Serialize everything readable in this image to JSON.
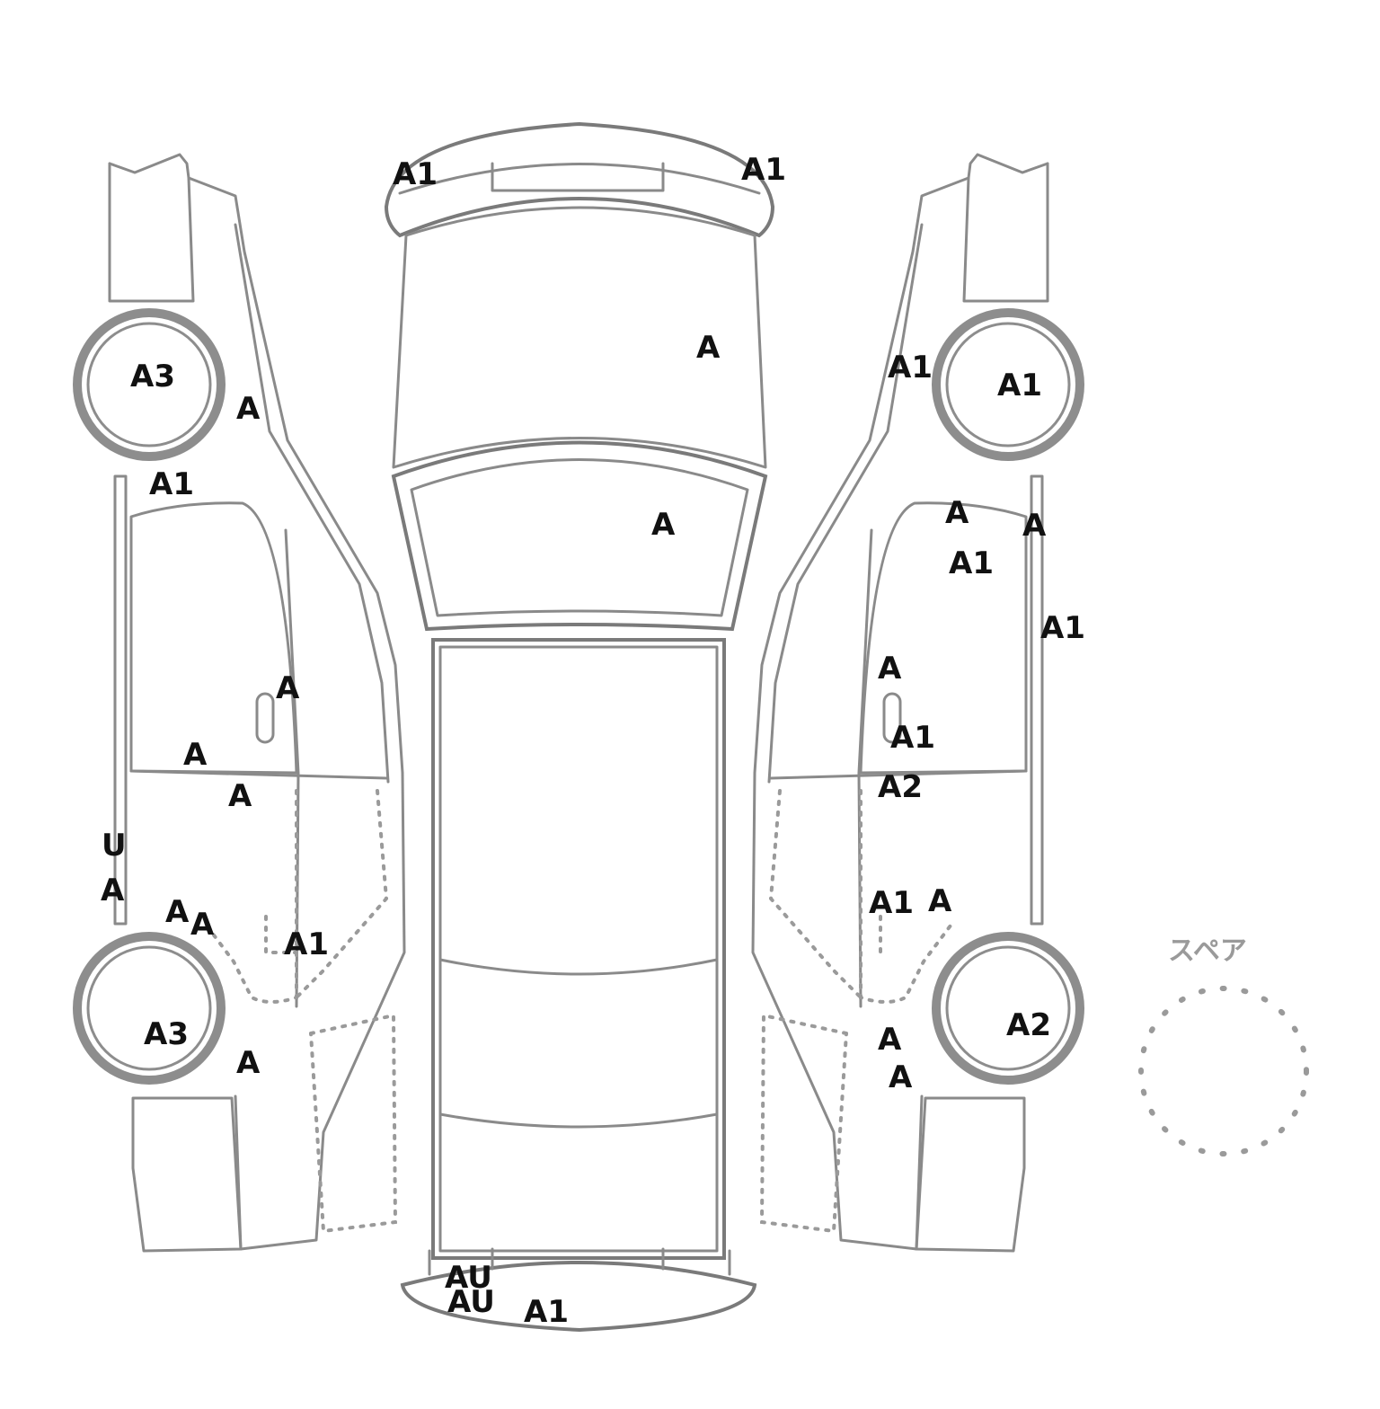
{
  "spare_label": "スペア",
  "marks": [
    {
      "id": "bumper-front-left",
      "code": "A1"
    },
    {
      "id": "bumper-front-right",
      "code": "A1"
    },
    {
      "id": "hood",
      "code": "A"
    },
    {
      "id": "windshield",
      "code": "A"
    },
    {
      "id": "left-front-wheel",
      "code": "A3"
    },
    {
      "id": "left-front-fender",
      "code": "A"
    },
    {
      "id": "left-pillar",
      "code": "A1"
    },
    {
      "id": "left-front-door-handle",
      "code": "A"
    },
    {
      "id": "left-front-door-lower-1",
      "code": "A"
    },
    {
      "id": "left-front-door-lower-2",
      "code": "A"
    },
    {
      "id": "left-sill-u",
      "code": "U"
    },
    {
      "id": "left-sill-a",
      "code": "A"
    },
    {
      "id": "left-rear-arch-1",
      "code": "A"
    },
    {
      "id": "left-rear-arch-2",
      "code": "A"
    },
    {
      "id": "left-rear-door",
      "code": "A1"
    },
    {
      "id": "left-rear-wheel",
      "code": "A3"
    },
    {
      "id": "left-rear-quarter",
      "code": "A"
    },
    {
      "id": "right-front-fender",
      "code": "A1"
    },
    {
      "id": "right-front-wheel",
      "code": "A1"
    },
    {
      "id": "right-front-door-top-1",
      "code": "A"
    },
    {
      "id": "right-front-door-top-2",
      "code": "A"
    },
    {
      "id": "right-front-door-mid",
      "code": "A1"
    },
    {
      "id": "right-sill",
      "code": "A1"
    },
    {
      "id": "right-door-handle",
      "code": "A"
    },
    {
      "id": "right-door-lower",
      "code": "A1"
    },
    {
      "id": "right-door-bottom",
      "code": "A2"
    },
    {
      "id": "right-rear-door-1",
      "code": "A1"
    },
    {
      "id": "right-rear-door-2",
      "code": "A"
    },
    {
      "id": "right-rear-wheel",
      "code": "A2"
    },
    {
      "id": "right-rear-quarter-1",
      "code": "A"
    },
    {
      "id": "right-rear-quarter-2",
      "code": "A"
    },
    {
      "id": "rear-bumper-1",
      "code": "AU"
    },
    {
      "id": "rear-bumper-2",
      "code": "AU"
    },
    {
      "id": "rear-bumper-3",
      "code": "A1"
    }
  ]
}
